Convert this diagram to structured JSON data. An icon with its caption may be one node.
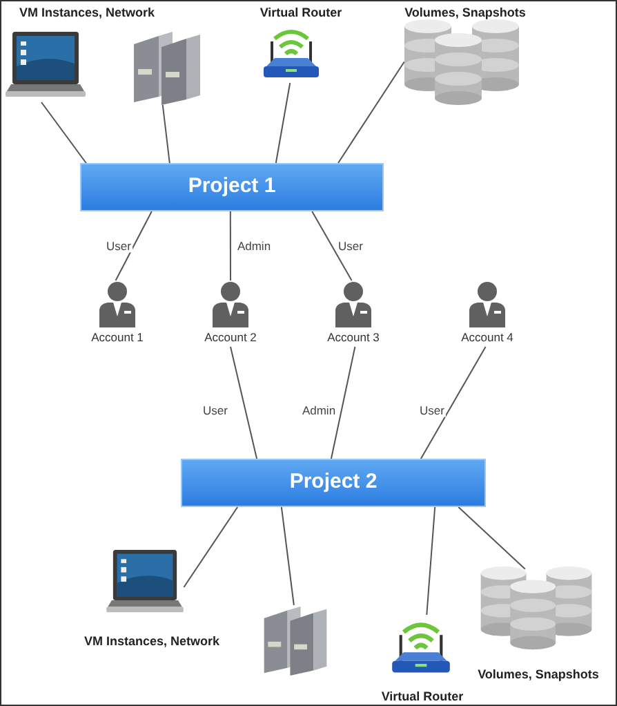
{
  "diagram": {
    "nodes": [
      {
        "text": [],
        "shape": "laptop",
        "beside": [
          "VM Instances, Network"
        ]
      },
      {
        "text": [],
        "shape": "server"
      },
      {
        "text": [],
        "shape": "router",
        "beside": [
          "Virtual Router"
        ]
      },
      {
        "text": [],
        "shape": "database",
        "beside": [
          "Volumes, Snapshots"
        ]
      },
      {
        "text": [
          "Project 1"
        ]
      },
      {
        "text": [
          "Account 1"
        ]
      },
      {
        "text": [
          "Account 2"
        ]
      },
      {
        "text": [
          "Account 3"
        ]
      },
      {
        "text": [
          "Account 4"
        ]
      },
      {
        "text": [
          "Project 2"
        ]
      },
      {
        "text": [],
        "shape": "laptop",
        "beside": [
          "VM Instances, Network"
        ]
      },
      {
        "text": [],
        "shape": "server"
      },
      {
        "text": [],
        "shape": "router",
        "beside": [
          "Virtual Router"
        ]
      },
      {
        "text": [],
        "shape": "database",
        "beside": [
          "Volumes, Snapshots"
        ]
      }
    ],
    "edges": [
      {
        "from": 0,
        "to": 4,
        "arrow": "none"
      },
      {
        "from": 1,
        "to": 4,
        "arrow": "none"
      },
      {
        "from": 2,
        "to": 4,
        "arrow": "none"
      },
      {
        "from": 3,
        "to": 4,
        "arrow": "none"
      },
      {
        "from": 4,
        "to": 5,
        "arrow": "none",
        "label": "User"
      },
      {
        "from": 4,
        "to": 6,
        "arrow": "none",
        "label": "Admin"
      },
      {
        "from": 4,
        "to": 7,
        "arrow": "none",
        "label": "User"
      },
      {
        "from": 6,
        "to": 9,
        "arrow": "none",
        "label": "User"
      },
      {
        "from": 7,
        "to": 9,
        "arrow": "none",
        "label": "Admin"
      },
      {
        "from": 8,
        "to": 9,
        "arrow": "none",
        "label": "User"
      },
      {
        "from": 9,
        "to": 10,
        "arrow": "none"
      },
      {
        "from": 9,
        "to": 11,
        "arrow": "none"
      },
      {
        "from": 9,
        "to": 12,
        "arrow": "none"
      },
      {
        "from": 9,
        "to": 13,
        "arrow": "none"
      }
    ]
  }
}
